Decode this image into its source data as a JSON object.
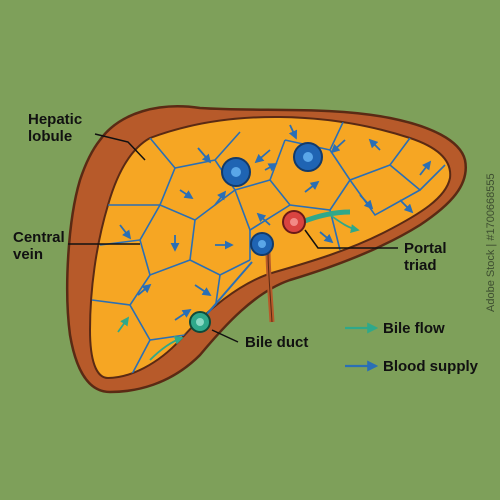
{
  "diagram": {
    "labels": {
      "hepatic_lobule": "Hepatic\nlobule",
      "central_vein": "Central\nvein",
      "portal_triad": "Portal\ntriad",
      "bile_duct": "Bile duct"
    },
    "legend": [
      {
        "label": "Bile flow",
        "color": "#2fa88a",
        "icon": "green-arrow-icon"
      },
      {
        "label": "Blood supply",
        "color": "#2a6fb5",
        "icon": "blue-arrow-icon"
      }
    ],
    "colors": {
      "background": "#7ea05a",
      "liver_outer": "#b75a2a",
      "liver_inner": "#f6a623",
      "lobule_lines": "#2a6fb5",
      "central_vein": "#1f64b3",
      "portal_vein": "#d94440",
      "bile_duct": "#2fa88a"
    }
  },
  "watermark": {
    "text": "Adobe Stock | #1700668555"
  }
}
